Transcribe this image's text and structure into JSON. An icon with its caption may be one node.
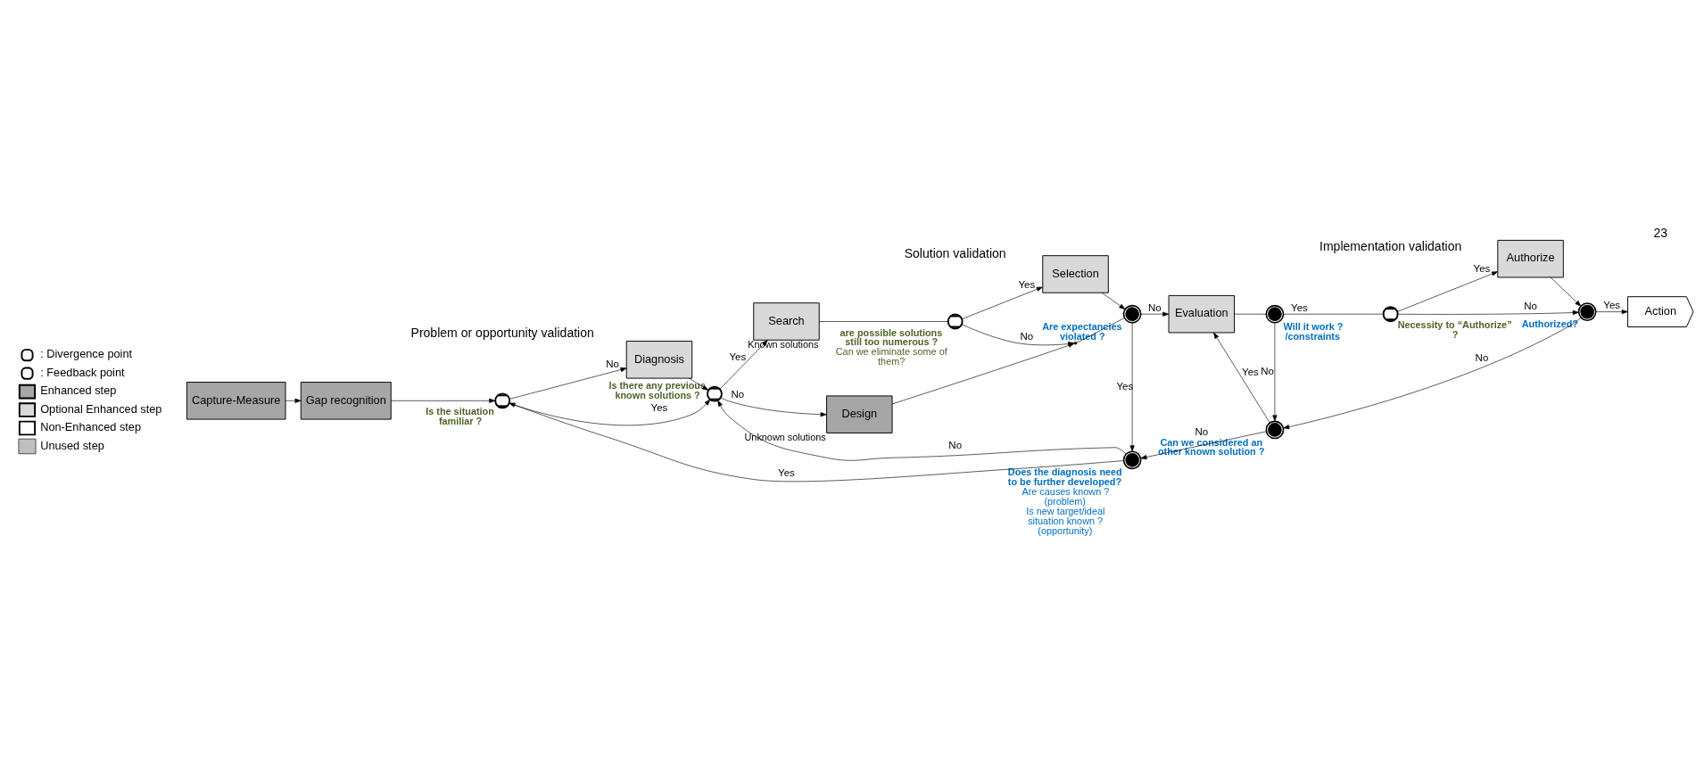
{
  "diagram": {
    "nodes": [
      {
        "text": [
          "Capture-Measure"
        ]
      },
      {
        "text": [
          "Gap recognition"
        ]
      },
      {
        "text": [],
        "shape": "circle",
        "beside": [
          "Is the situation familiar ?"
        ]
      },
      {
        "text": [
          "Diagnosis"
        ]
      },
      {
        "text": [],
        "shape": "circle",
        "beside": [
          "Is there any previous known solutions ?"
        ]
      },
      {
        "text": [
          "Search"
        ],
        "beside": [
          "Known solutions"
        ]
      },
      {
        "text": [],
        "shape": "circle",
        "beside": [
          "are possible solutions still too numerous ?",
          "Can we eliminate some of them?"
        ]
      },
      {
        "text": [
          "Selection"
        ]
      },
      {
        "text": [
          "Design"
        ],
        "beside": [
          "Unknown solutions"
        ]
      },
      {
        "text": [],
        "shape": "point"
      },
      {
        "text": [],
        "shape": "circle",
        "beside": [
          "Are expectancies violated ?"
        ]
      },
      {
        "text": [
          "Evaluation"
        ]
      },
      {
        "text": [],
        "shape": "circle",
        "beside": [
          "Will it work ? /constraints"
        ]
      },
      {
        "text": [],
        "shape": "circle",
        "beside": [
          "Necessity to “Authorize” ?"
        ]
      },
      {
        "text": [
          "Authorize"
        ]
      },
      {
        "text": [],
        "shape": "circle",
        "beside": [
          "Authorized?"
        ]
      },
      {
        "text": [
          "Action"
        ]
      },
      {
        "text": [],
        "shape": "circle",
        "beside": [
          "Does the diagnosis need to be further developed?",
          "Are causes known ? (problem)",
          "Is new target/ideal situation known ? (opportunity)"
        ]
      },
      {
        "text": [],
        "shape": "circle",
        "beside": [
          "Can we considered an other known solution ?"
        ]
      }
    ],
    "edges": [
      {
        "from": 0,
        "to": 1,
        "arrow": "to"
      },
      {
        "from": 1,
        "to": 2,
        "arrow": "to"
      },
      {
        "from": 2,
        "to": 3,
        "arrow": "to",
        "label": "No"
      },
      {
        "from": 2,
        "to": 4,
        "arrow": "to",
        "label": "Yes"
      },
      {
        "from": 3,
        "to": 4,
        "arrow": "to"
      },
      {
        "from": 4,
        "to": 5,
        "arrow": "to",
        "label": "Yes"
      },
      {
        "from": 4,
        "to": 8,
        "arrow": "to",
        "label": "No"
      },
      {
        "from": 5,
        "to": 6,
        "arrow": "none"
      },
      {
        "from": 6,
        "to": 7,
        "arrow": "to",
        "label": "Yes"
      },
      {
        "from": 6,
        "to": 9,
        "arrow": "to",
        "label": "No"
      },
      {
        "from": 8,
        "to": 9,
        "arrow": "to"
      },
      {
        "from": 9,
        "to": 10,
        "arrow": "none"
      },
      {
        "from": 7,
        "to": 10,
        "arrow": "to"
      },
      {
        "from": 10,
        "to": 11,
        "arrow": "to",
        "label": "No"
      },
      {
        "from": 10,
        "to": 17,
        "arrow": "to",
        "label": "Yes"
      },
      {
        "from": 18,
        "to": 17,
        "arrow": "to",
        "label": "No"
      },
      {
        "from": 18,
        "to": 11,
        "arrow": "to",
        "label": "Yes"
      },
      {
        "from": 11,
        "to": 12,
        "arrow": "none"
      },
      {
        "from": 12,
        "to": 13,
        "arrow": "none",
        "label": "Yes"
      },
      {
        "from": 12,
        "to": 18,
        "arrow": "to",
        "label": "No"
      },
      {
        "from": 13,
        "to": 14,
        "arrow": "to",
        "label": "Yes"
      },
      {
        "from": 13,
        "to": 15,
        "arrow": "to",
        "label": "No"
      },
      {
        "from": 14,
        "to": 15,
        "arrow": "to"
      },
      {
        "from": 15,
        "to": 16,
        "arrow": "to",
        "label": "Yes"
      },
      {
        "from": 15,
        "to": 18,
        "arrow": "to",
        "label": "No"
      },
      {
        "from": 17,
        "to": 4,
        "arrow": "to",
        "label": "No"
      },
      {
        "from": 17,
        "to": 2,
        "arrow": "to",
        "label": "Yes"
      }
    ],
    "labels": [
      "Problem or opportunity validation",
      "Solution validation",
      "Implementation validation",
      "23"
    ],
    "legend": [
      {
        "text": ": Divergence point"
      },
      {
        "text": ": Feedback point"
      },
      {
        "text": "Enhanced step",
        "color": "#a6a6a6"
      },
      {
        "text": "Optional Enhanced step",
        "color": "#d9d9d9"
      },
      {
        "text": "Non-Enhanced step",
        "color": "#ffffff"
      },
      {
        "text": "Unused step"
      }
    ]
  }
}
